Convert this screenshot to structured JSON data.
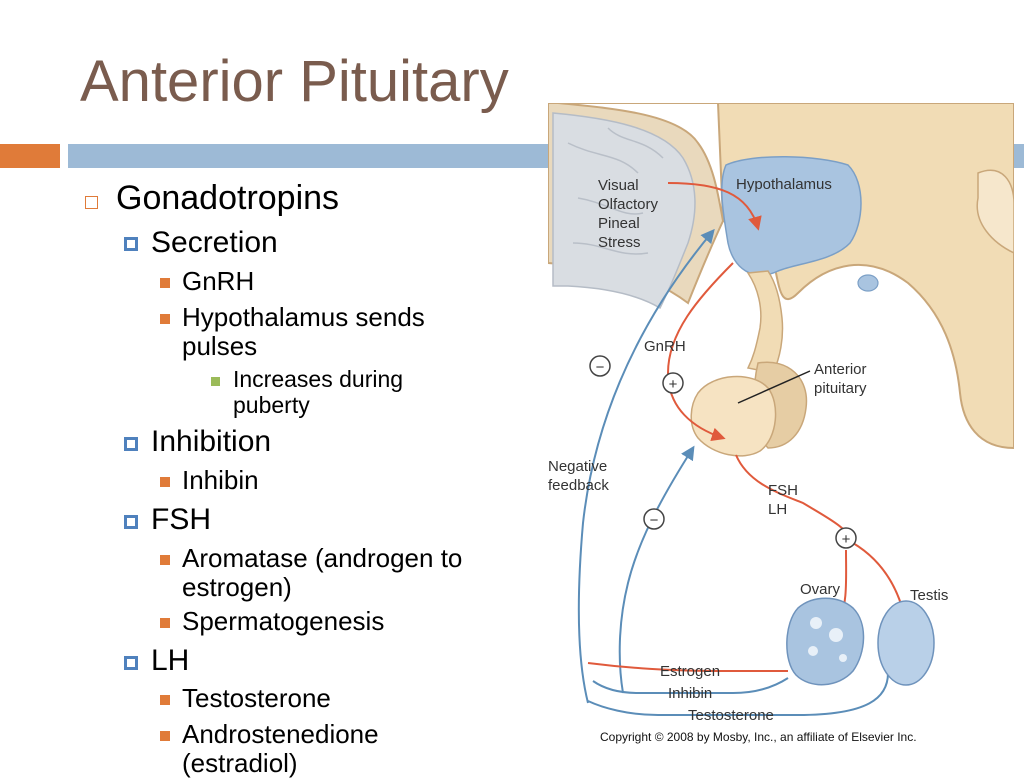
{
  "slide": {
    "title": "Anterior Pituitary",
    "colors": {
      "accent_orange": "#e07b39",
      "accent_blue": "#9dbad6",
      "title": "#7a5c4e"
    }
  },
  "bullets": {
    "gonadotropins": "Gonadotropins",
    "secretion": "Secretion",
    "gnrh": "GnRH",
    "pulses_1": "Hypothalamus sends",
    "pulses_2": "pulses",
    "puberty_1": "Increases during",
    "puberty_2": "puberty",
    "inhibition": "Inhibition",
    "inhibin": "Inhibin",
    "fsh": "FSH",
    "aromatase_1": "Aromatase (androgen to",
    "aromatase_2": "estrogen)",
    "spermatogenesis": "Spermatogenesis",
    "lh": "LH",
    "testosterone": "Testosterone",
    "andro_1": "Androstenedione",
    "andro_2": "(estradiol)"
  },
  "figure": {
    "stimuli": [
      "Visual",
      "Olfactory",
      "Pineal",
      "Stress"
    ],
    "hypothalamus": "Hypothalamus",
    "gnrh": "GnRH",
    "anterior_1": "Anterior",
    "anterior_2": "pituitary",
    "negative_1": "Negative",
    "negative_2": "feedback",
    "fsh": "FSH",
    "lh": "LH",
    "ovary": "Ovary",
    "testis": "Testis",
    "estrogen": "Estrogen",
    "inhibin": "Inhibin",
    "testosterone": "Testosterone",
    "plus": "+",
    "minus": "−",
    "copyright": "Copyright © 2008 by Mosby, Inc., an affiliate of Elsevier Inc."
  }
}
